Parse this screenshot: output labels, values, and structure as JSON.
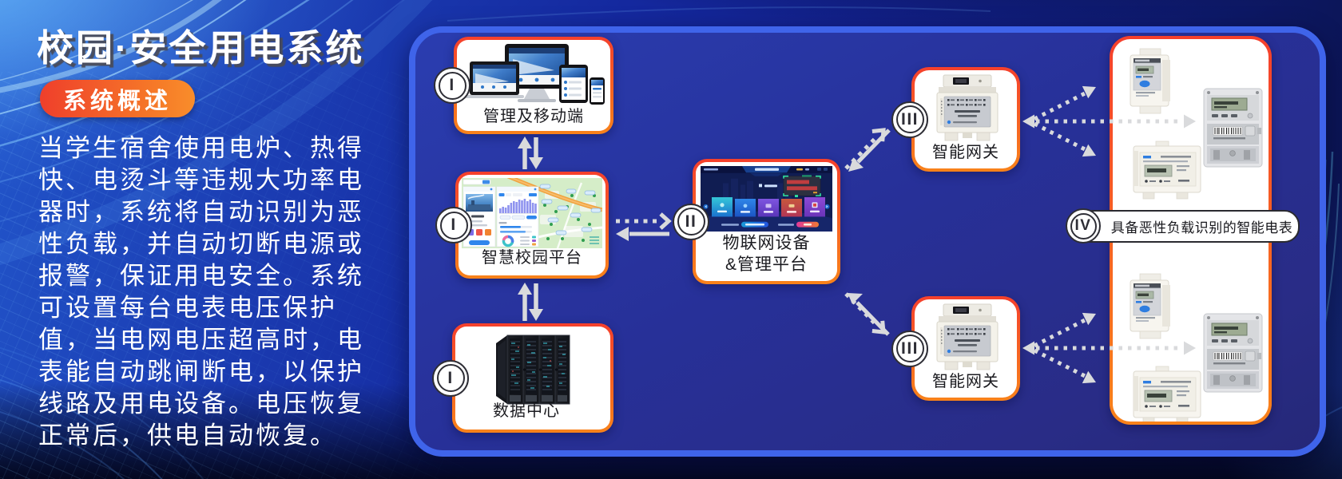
{
  "page": {
    "title": "校园·安全用电系统",
    "overview_badge": "系统概述",
    "description": {
      "lines": [
        "当学生宿舍使用电炉、热得",
        "快、电烫斗等违规大功率电",
        "器时，系统将自动识别为恶",
        "性负载，并自动切断电源或",
        "报警，保证用电安全。系统",
        "可设置每台电表电压保护",
        "值，当电网电压超高时，电",
        "表能自动跳闸断电，以保护",
        "线路及用电设备。电压恢复",
        "正常后，供电自动恢复。"
      ]
    }
  },
  "diagram": {
    "nodes": {
      "management": {
        "numeral": "I",
        "label": "管理及移动端"
      },
      "campus_platform": {
        "numeral": "I",
        "label": "智慧校园平台"
      },
      "datacenter": {
        "numeral": "I",
        "label": "数据中心"
      },
      "iot_platform": {
        "numeral": "II",
        "label_line1": "物联网设备",
        "label_line2": "&管理平台"
      },
      "gateway_top": {
        "numeral": "III",
        "label": "智能网关"
      },
      "gateway_bottom": {
        "numeral": "III",
        "label": "智能网关"
      },
      "smart_meters": {
        "numeral": "IV",
        "label": "具备恶性负载识别的智能电表"
      }
    },
    "colors": {
      "background_blue": "#14289e",
      "board_fill": "#28339e",
      "board_border": "#3f64ea",
      "node_border_top": "#f5402c",
      "node_border_bottom": "#f8821a",
      "badge_pill_left": "#ef3f2b",
      "badge_pill_right": "#f98d2b",
      "arrow_gray": "#d9dadc",
      "text_white": "#ffffff",
      "label_dark": "#1b1b20"
    }
  }
}
